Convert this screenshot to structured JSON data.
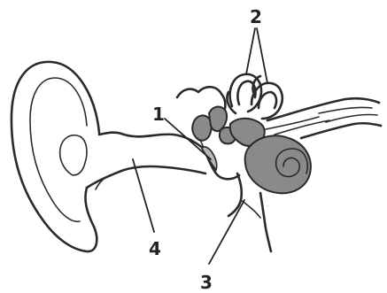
{
  "labels": {
    "l1": "1",
    "l2": "2",
    "l3": "3",
    "l4": "4"
  },
  "colors": {
    "ink": "#2a2a2a",
    "inner_ear_fill": "#8a8a8a",
    "background": "#ffffff"
  }
}
